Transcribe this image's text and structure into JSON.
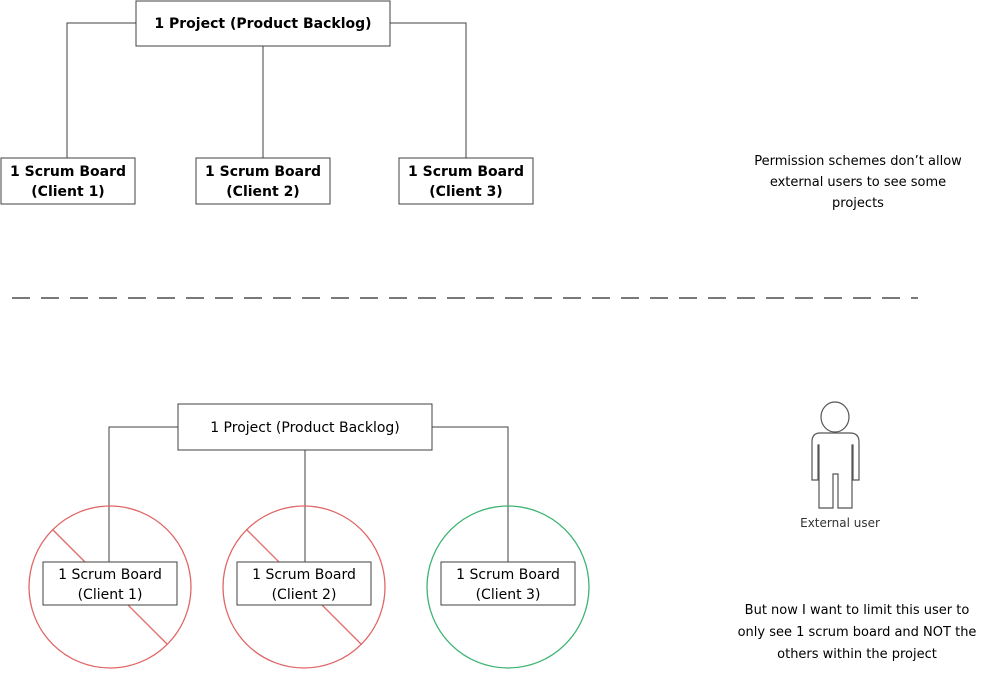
{
  "top_diagram": {
    "project_label": "1 Project (Product Backlog)",
    "boards": [
      {
        "line1": "1 Scrum Board",
        "line2": "(Client 1)"
      },
      {
        "line1": "1 Scrum Board",
        "line2": "(Client 2)"
      },
      {
        "line1": "1 Scrum Board",
        "line2": "(Client 3)"
      }
    ],
    "note_lines": [
      "Permission schemes don’t allow",
      "external users to see some",
      "projects"
    ]
  },
  "bottom_diagram": {
    "project_label": "1 Project (Product Backlog)",
    "boards": [
      {
        "line1": "1 Scrum Board",
        "line2": "(Client 1)",
        "access": "denied"
      },
      {
        "line1": "1 Scrum Board",
        "line2": "(Client 2)",
        "access": "denied"
      },
      {
        "line1": "1 Scrum Board",
        "line2": "(Client 3)",
        "access": "allowed"
      }
    ],
    "user_label": "External user",
    "note_lines": [
      "But now I want to limit this user to",
      "only see 1 scrum board and NOT the",
      "others within the project"
    ]
  },
  "colors": {
    "denied": "#e06666",
    "allowed": "#3cb371",
    "line": "#404040",
    "divider": "#4d4d4d"
  }
}
